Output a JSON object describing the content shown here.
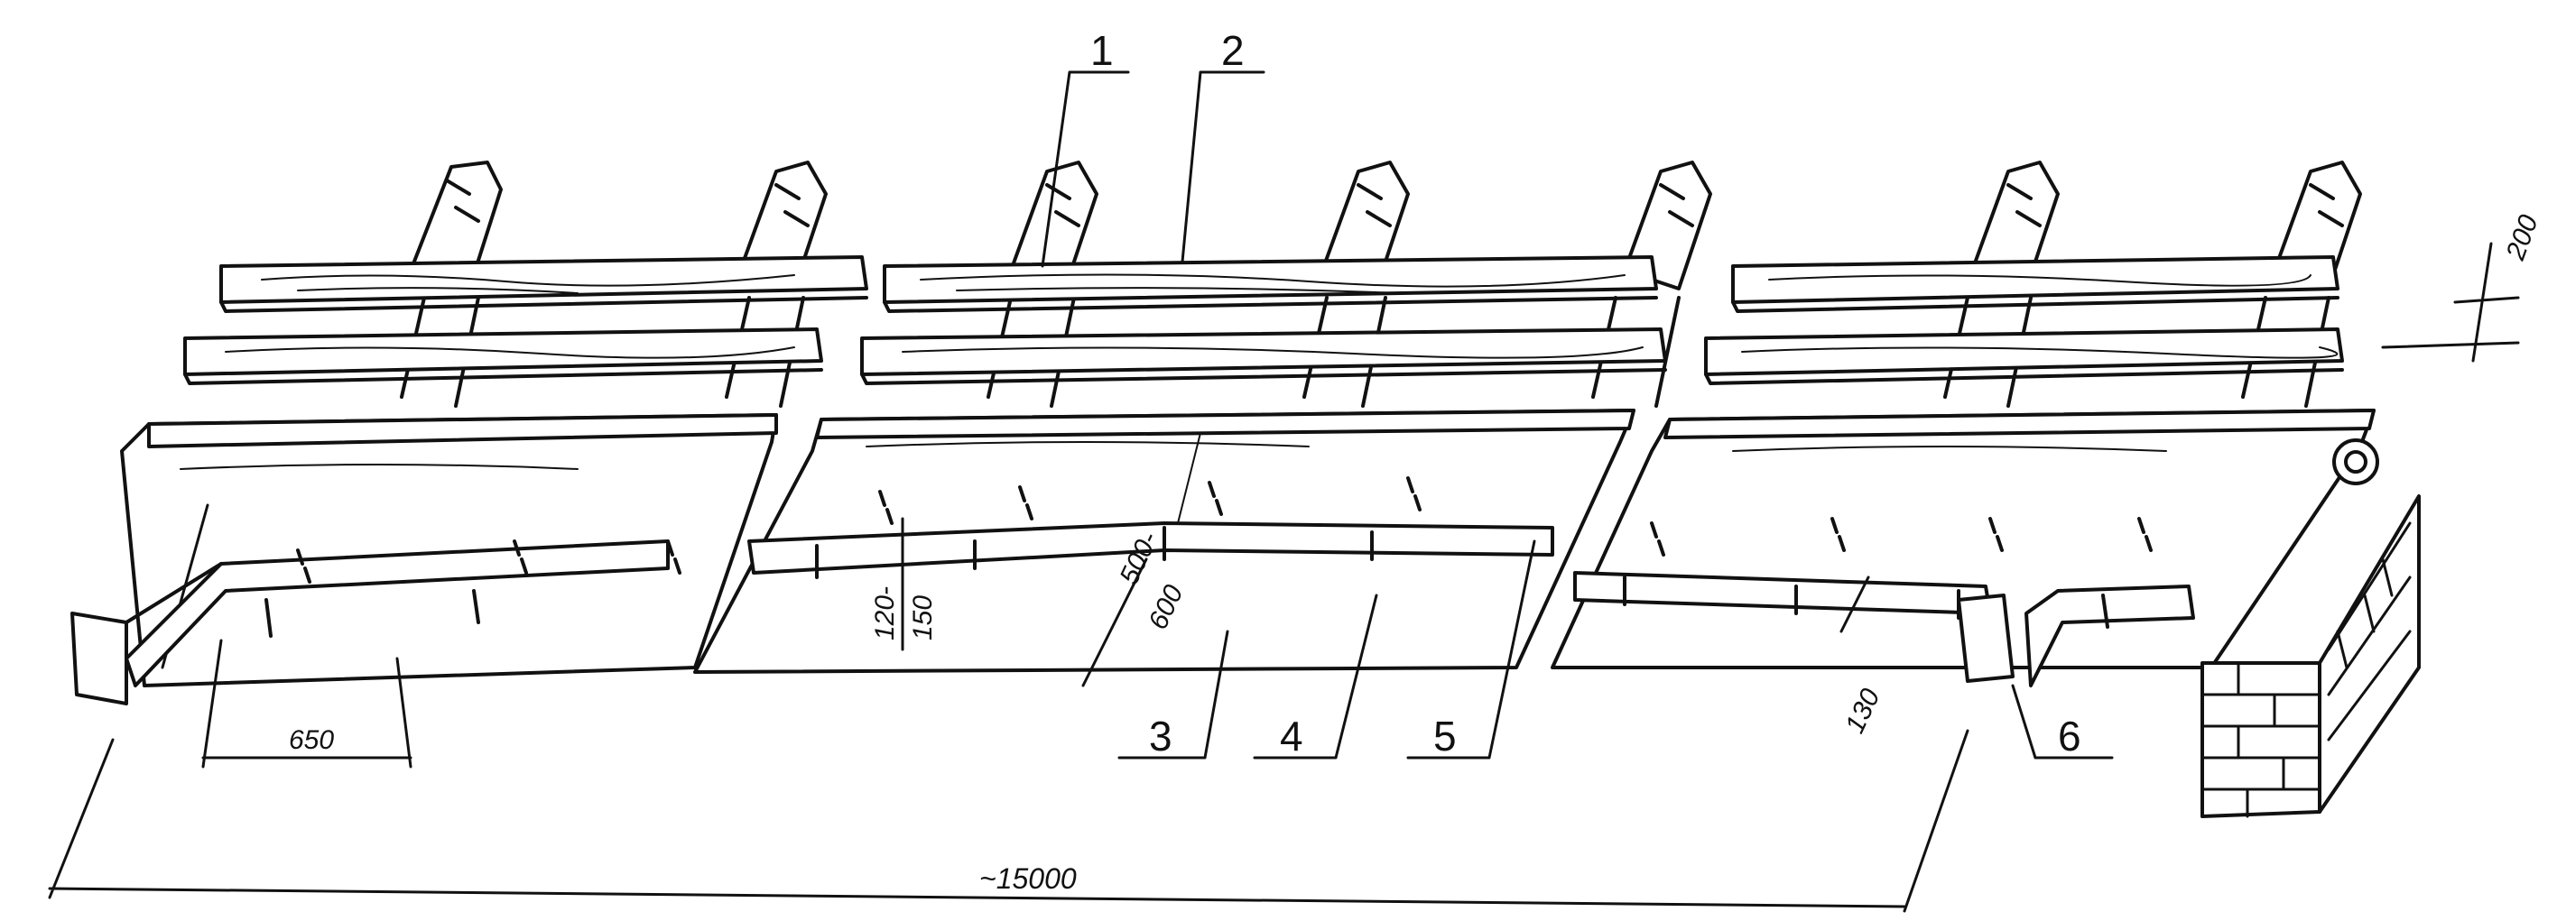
{
  "callouts": [
    {
      "id": "1",
      "label": "1"
    },
    {
      "id": "2",
      "label": "2"
    },
    {
      "id": "3",
      "label": "3"
    },
    {
      "id": "4",
      "label": "4"
    },
    {
      "id": "5",
      "label": "5"
    },
    {
      "id": "6",
      "label": "6"
    }
  ],
  "dimensions": {
    "batten_spacing": "200",
    "overlap_height_top": "120-",
    "overlap_height_bottom": "150",
    "clamp_spacing_top": "500-",
    "clamp_spacing_bottom": "600",
    "gutter_depth": "130",
    "sheet_width": "650",
    "total_length": "~15000"
  },
  "colors": {
    "ink": "#111111",
    "background": "#ffffff"
  }
}
